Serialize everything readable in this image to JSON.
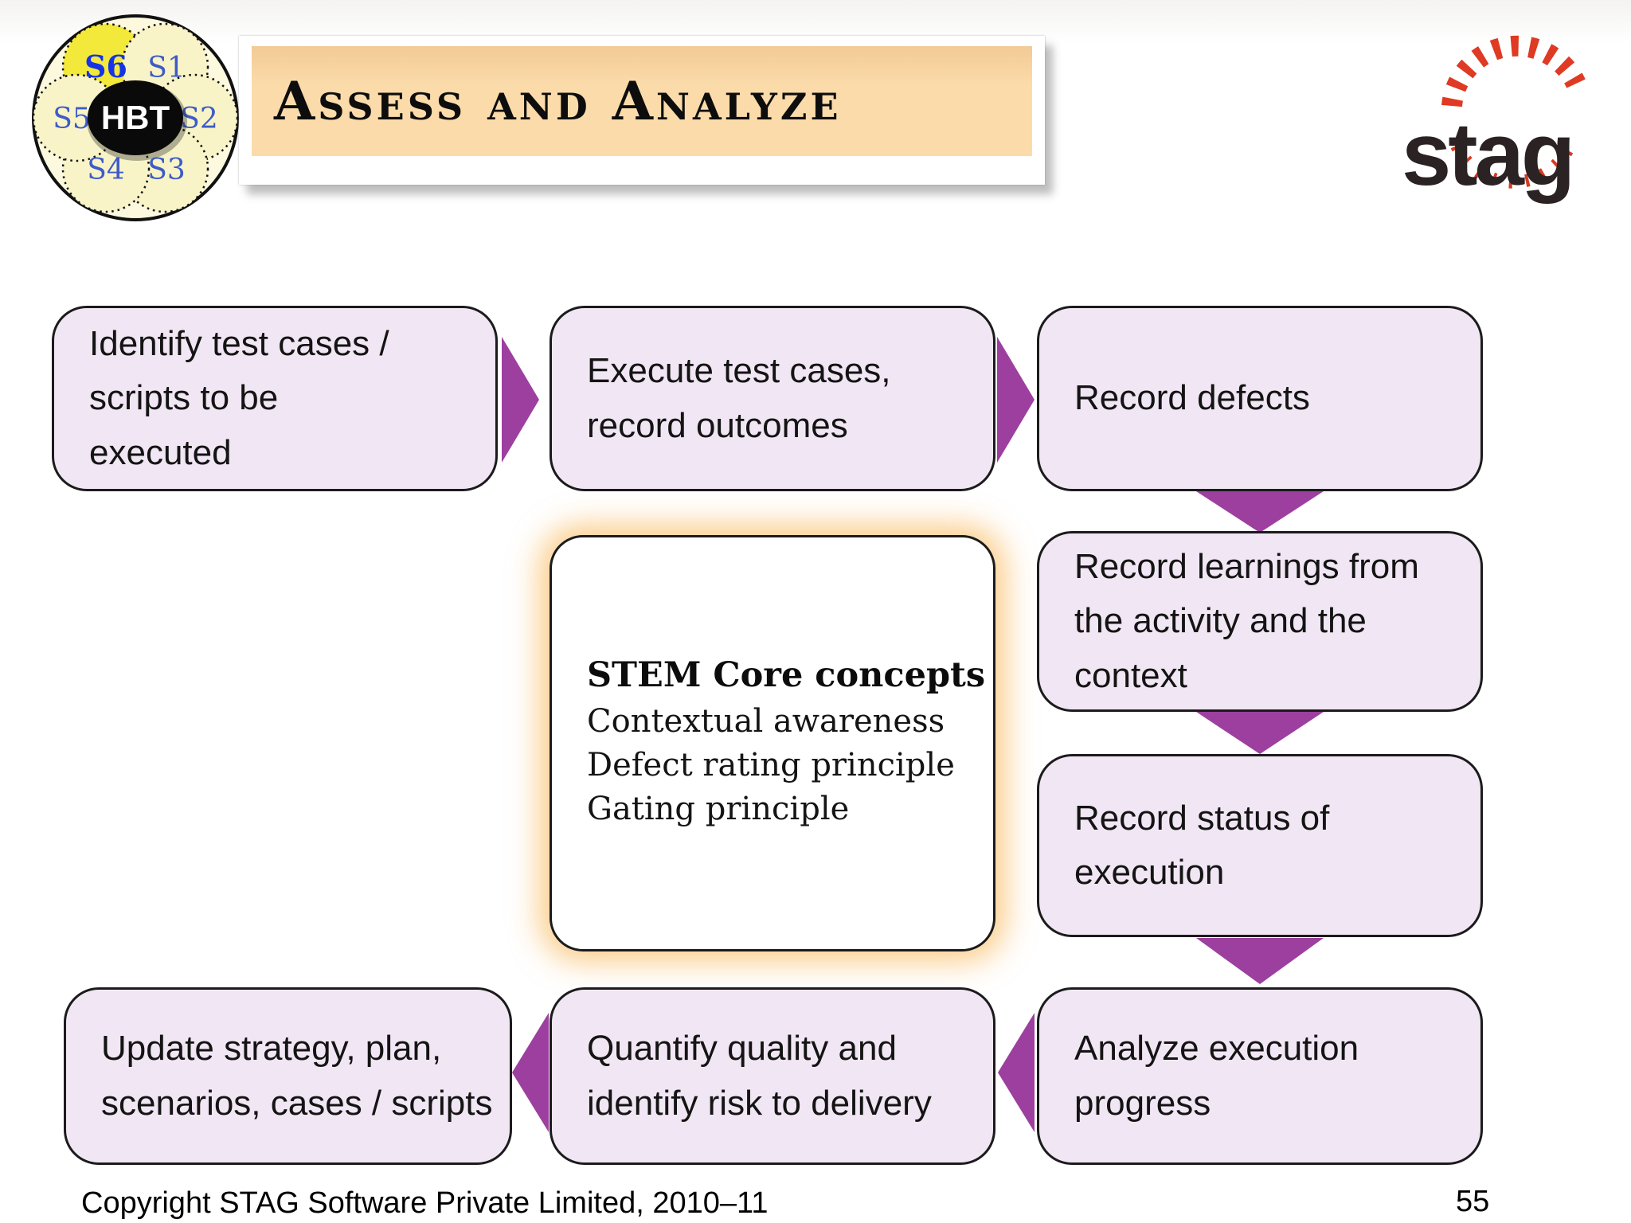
{
  "slide": {
    "title": "Assess and Analyze",
    "footer": "Copyright STAG Software Private Limited, 2010–11",
    "page_number": "55"
  },
  "brand": {
    "name": "stag"
  },
  "hbt_logo": {
    "center": "HBT",
    "petals": [
      "S6",
      "S1",
      "S2",
      "S3",
      "S4",
      "S5"
    ],
    "highlighted_petal": "S6"
  },
  "flow": {
    "identify": "Identify test cases /\nscripts to be\nexecuted",
    "execute": "Execute test cases,\nrecord outcomes",
    "record_defects": "Record defects",
    "learnings": "Record learnings from\nthe activity and the\ncontext",
    "status": "Record status of\nexecution",
    "analyze": "Analyze execution\nprogress",
    "quantify": "Quantify quality and\nidentify risk to delivery",
    "update": "Update strategy, plan,\nscenarios, cases / scripts"
  },
  "stem": {
    "title": "STEM Core concepts",
    "items": [
      "Contextual awareness",
      "Defect rating principle",
      "Gating principle"
    ]
  },
  "colors": {
    "arrow_purple": "#9c3f9f",
    "box_fill": "#f1e6f3",
    "banner_peach": "#fbdbaa",
    "stem_glow": "#f7a833",
    "brand_red": "#df3a23",
    "petal_highlight": "#f3e93b",
    "petal_base": "#f8f4c8"
  }
}
